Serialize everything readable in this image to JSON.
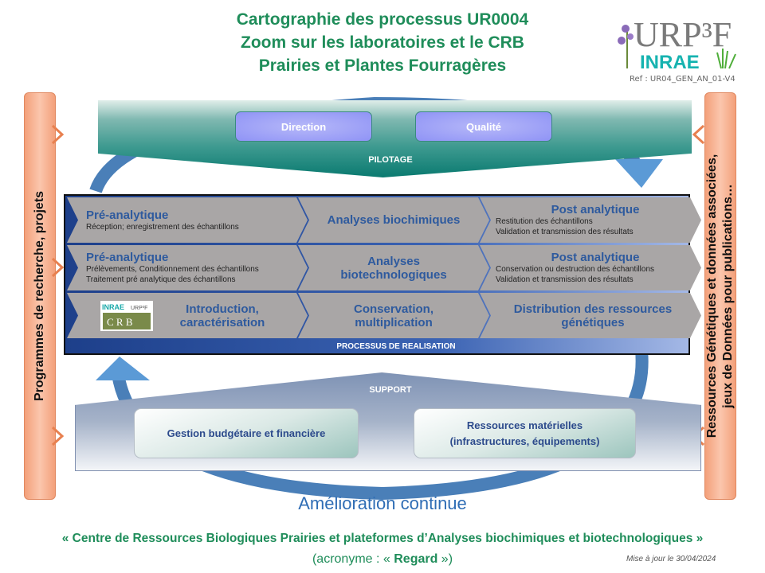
{
  "title": {
    "line1": "Cartographie des processus UR0004",
    "line2": "Zoom sur les laboratoires et le CRB",
    "line3": "Prairies et Plantes Fourragères"
  },
  "logo": {
    "text": "URP3F",
    "sub": "INRAE"
  },
  "ref": "Ref : UR04_GEN_AN_01-V4",
  "left_bar": "Programmes de recherche, projets",
  "right_bar": {
    "line1": "Ressources Génétiques et données associées,",
    "line2": "jeux de Données pour publications…"
  },
  "pilotage": {
    "label": "PILOTAGE",
    "buttons": [
      "Direction",
      "Qualité"
    ]
  },
  "realisation": {
    "label": "PROCESSUS DE REALISATION",
    "rows": [
      {
        "pre": {
          "title": "Pré-analytique",
          "lines": [
            "Réception; enregistrement des échantillons"
          ]
        },
        "mid": "Analyses biochimiques",
        "post": {
          "title": "Post analytique",
          "lines": [
            "Restitution des échantillons",
            "Validation et transmission des résultats"
          ]
        }
      },
      {
        "pre": {
          "title": "Pré-analytique",
          "lines": [
            "Prélèvements, Conditionnement des échantillons",
            "Traitement pré analytique des échantillons"
          ]
        },
        "mid": "Analyses biotechnologiques",
        "post": {
          "title": "Post analytique",
          "lines": [
            "Conservation ou destruction des échantillons",
            "Validation et transmission des résultats"
          ]
        }
      },
      {
        "logo": "INRAE URP3F CRB",
        "pre": {
          "title": "Introduction, caractérisation"
        },
        "mid": "Conservation, multiplication",
        "post": {
          "title": "Distribution des ressources génétiques"
        }
      }
    ]
  },
  "support": {
    "label": "SUPPORT",
    "buttons": [
      "Gestion budgétaire  et financière",
      "Ressources matérielles (infrastructures, équipements)"
    ]
  },
  "amelioration": "Amélioration continue",
  "footer": {
    "quote": "« Centre de Ressources Biologiques Prairies et plateformes d’Analyses biochimiques et biotechnologiques »",
    "acronym_prefix": "(acronyme : « ",
    "acronym": "Regard",
    "acronym_suffix": " »)",
    "updated": "Mise à jour le 30/04/2024"
  },
  "colors": {
    "title": "#1f8d5a",
    "teal": "#0a7a70",
    "navy": "#1d3f8a",
    "salmon": "#f3a07a",
    "arrow": "#4a86c8"
  }
}
